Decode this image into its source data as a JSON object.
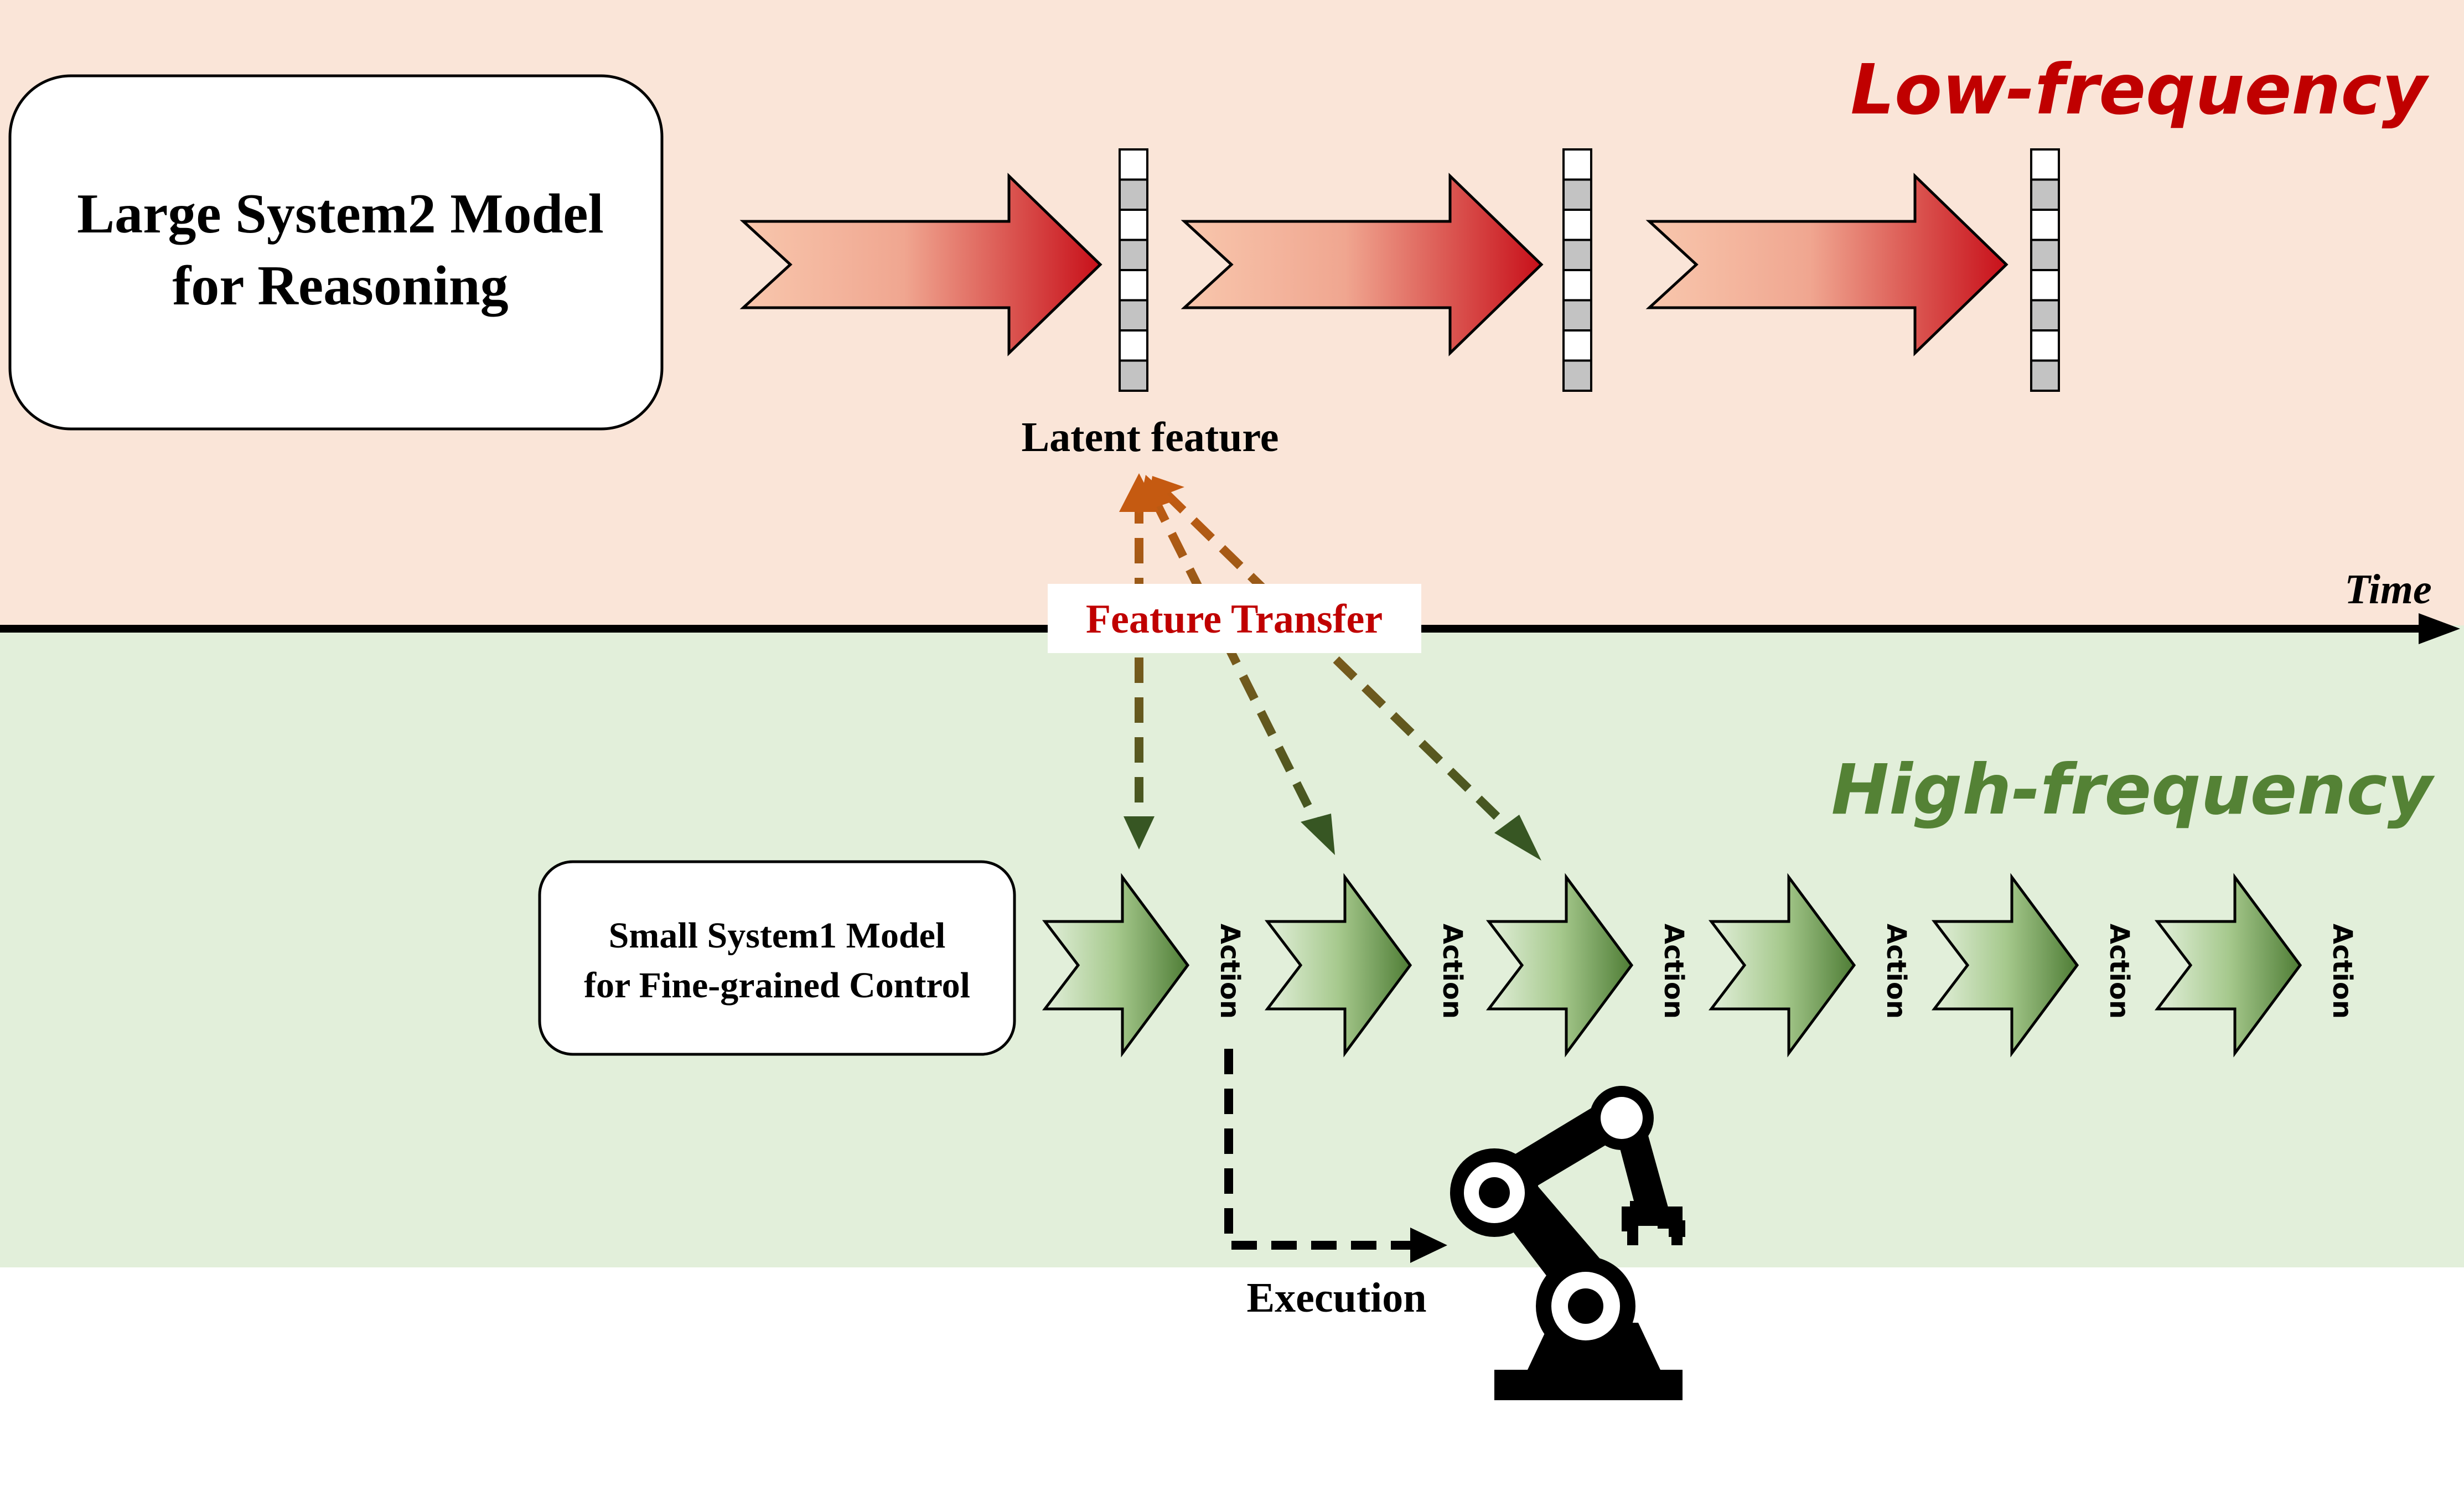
{
  "large_model": {
    "line1": "Large System2 Model",
    "line2": "for Reasoning"
  },
  "small_model": {
    "line1": "Small System1 Model",
    "line2": "for Fine-grained Control"
  },
  "labels": {
    "low_frequency": "Low-frequency",
    "high_frequency": "High-frequency",
    "latent_feature": "Latent feature",
    "feature_transfer": "Feature Transfer",
    "time": "Time",
    "execution": "Execution",
    "action": "Action"
  },
  "colors": {
    "low_band": "#fae5d8",
    "high_band": "#e2efda",
    "low_frequency_text": "#c00000",
    "high_frequency_text": "#548235",
    "feature_transfer_text": "#c00000",
    "red_arrow_dark": "#c8101a",
    "red_arrow_light": "#f8c7ad",
    "green_arrow_dark": "#4f7d36",
    "green_arrow_light": "#e2efda",
    "latent_gray": "#c3c3c3",
    "dashed_orange": "#c55a11",
    "dashed_green": "#375623"
  },
  "icons": [
    "robot-arm-icon"
  ],
  "action_count": 6
}
